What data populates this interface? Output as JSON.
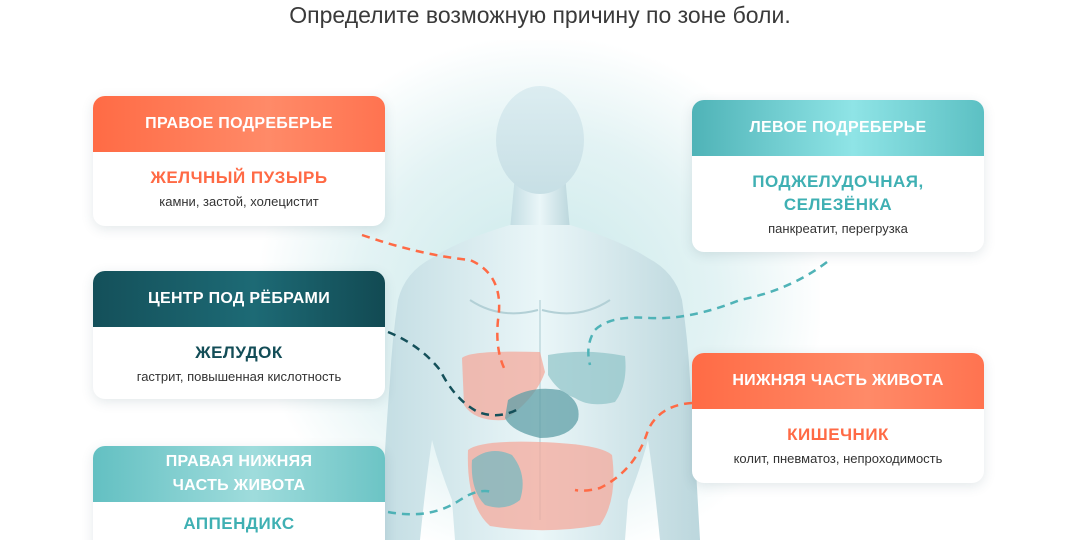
{
  "title": "Определите возможную причину по зоне боли.",
  "colors": {
    "orange": "#ff6a45",
    "teal": "#4fb3b7",
    "dark_teal": "#14505a"
  },
  "cards": {
    "right_hypochondrium": {
      "header": "ПРАВОЕ ПОДРЕБЕРЬЕ",
      "organ": "ЖЕЛЧНЫЙ ПУЗЫРЬ",
      "description": "камни, застой, холецистит"
    },
    "left_hypochondrium": {
      "header": "ЛЕВОЕ ПОДРЕБЕРЬЕ",
      "organ_line1": "ПОДЖЕЛУДОЧНАЯ,",
      "organ_line2": "СЕЛЕЗЁНКА",
      "description": "панкреатит, перегрузка"
    },
    "center_under_ribs": {
      "header": "ЦЕНТР ПОД РЁБРАМИ",
      "organ": "ЖЕЛУДОК",
      "description": "гастрит, повышенная кислотность"
    },
    "lower_abdomen": {
      "header": "НИЖНЯЯ ЧАСТЬ ЖИВОТА",
      "organ": "КИШЕЧНИК",
      "description": "колит, пневматоз, непроходимость"
    },
    "right_lower_abdomen": {
      "header_line1": "ПРАВАЯ НИЖНЯЯ",
      "header_line2": "ЧАСТЬ ЖИВОТА",
      "organ": "АППЕНДИКС"
    }
  }
}
